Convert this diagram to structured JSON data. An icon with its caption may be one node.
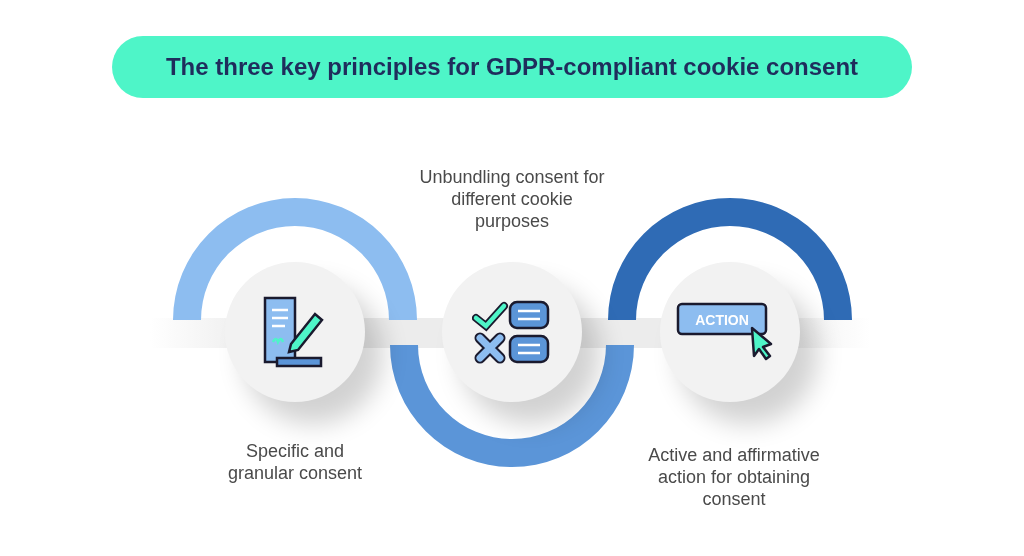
{
  "diagram": {
    "title": "The three key principles for GDPR-compliant cookie consent",
    "nodes": [
      {
        "text": [],
        "shape": "circle",
        "beside": [
          "Specific and granular consent"
        ]
      },
      {
        "text": [],
        "shape": "circle",
        "beside": [
          "Unbundling consent for different cookie purposes"
        ]
      },
      {
        "text": [],
        "shape": "circle",
        "beside": [
          "Active and affirmative action for obtaining consent"
        ]
      }
    ],
    "labels": [
      "ACTION"
    ]
  }
}
